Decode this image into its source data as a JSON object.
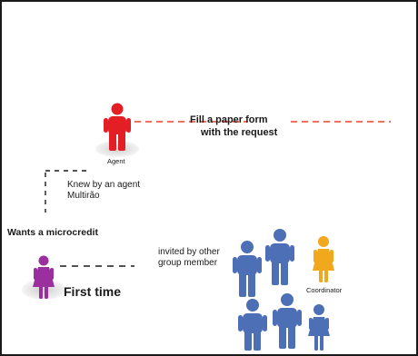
{
  "agent": {
    "label": "Agent",
    "note_line1": "Knew by an agent",
    "note_line2": "Multirão"
  },
  "form_step": {
    "line1": "Fill a paper form",
    "line2": "with the request"
  },
  "client": {
    "heading": "Wants a microcredit",
    "status": "First time"
  },
  "group": {
    "invite_line1": "invited by other",
    "invite_line2": "group member",
    "coordinator_label": "Coordinator"
  },
  "colors": {
    "agent": "#e31e24",
    "client": "#9b2f9e",
    "member": "#4d6fb5",
    "coordinator": "#f2a81d",
    "dashed_red": "#e8452c",
    "dashed_black": "#1a1a1a",
    "shadow": "#dcdcdc"
  }
}
